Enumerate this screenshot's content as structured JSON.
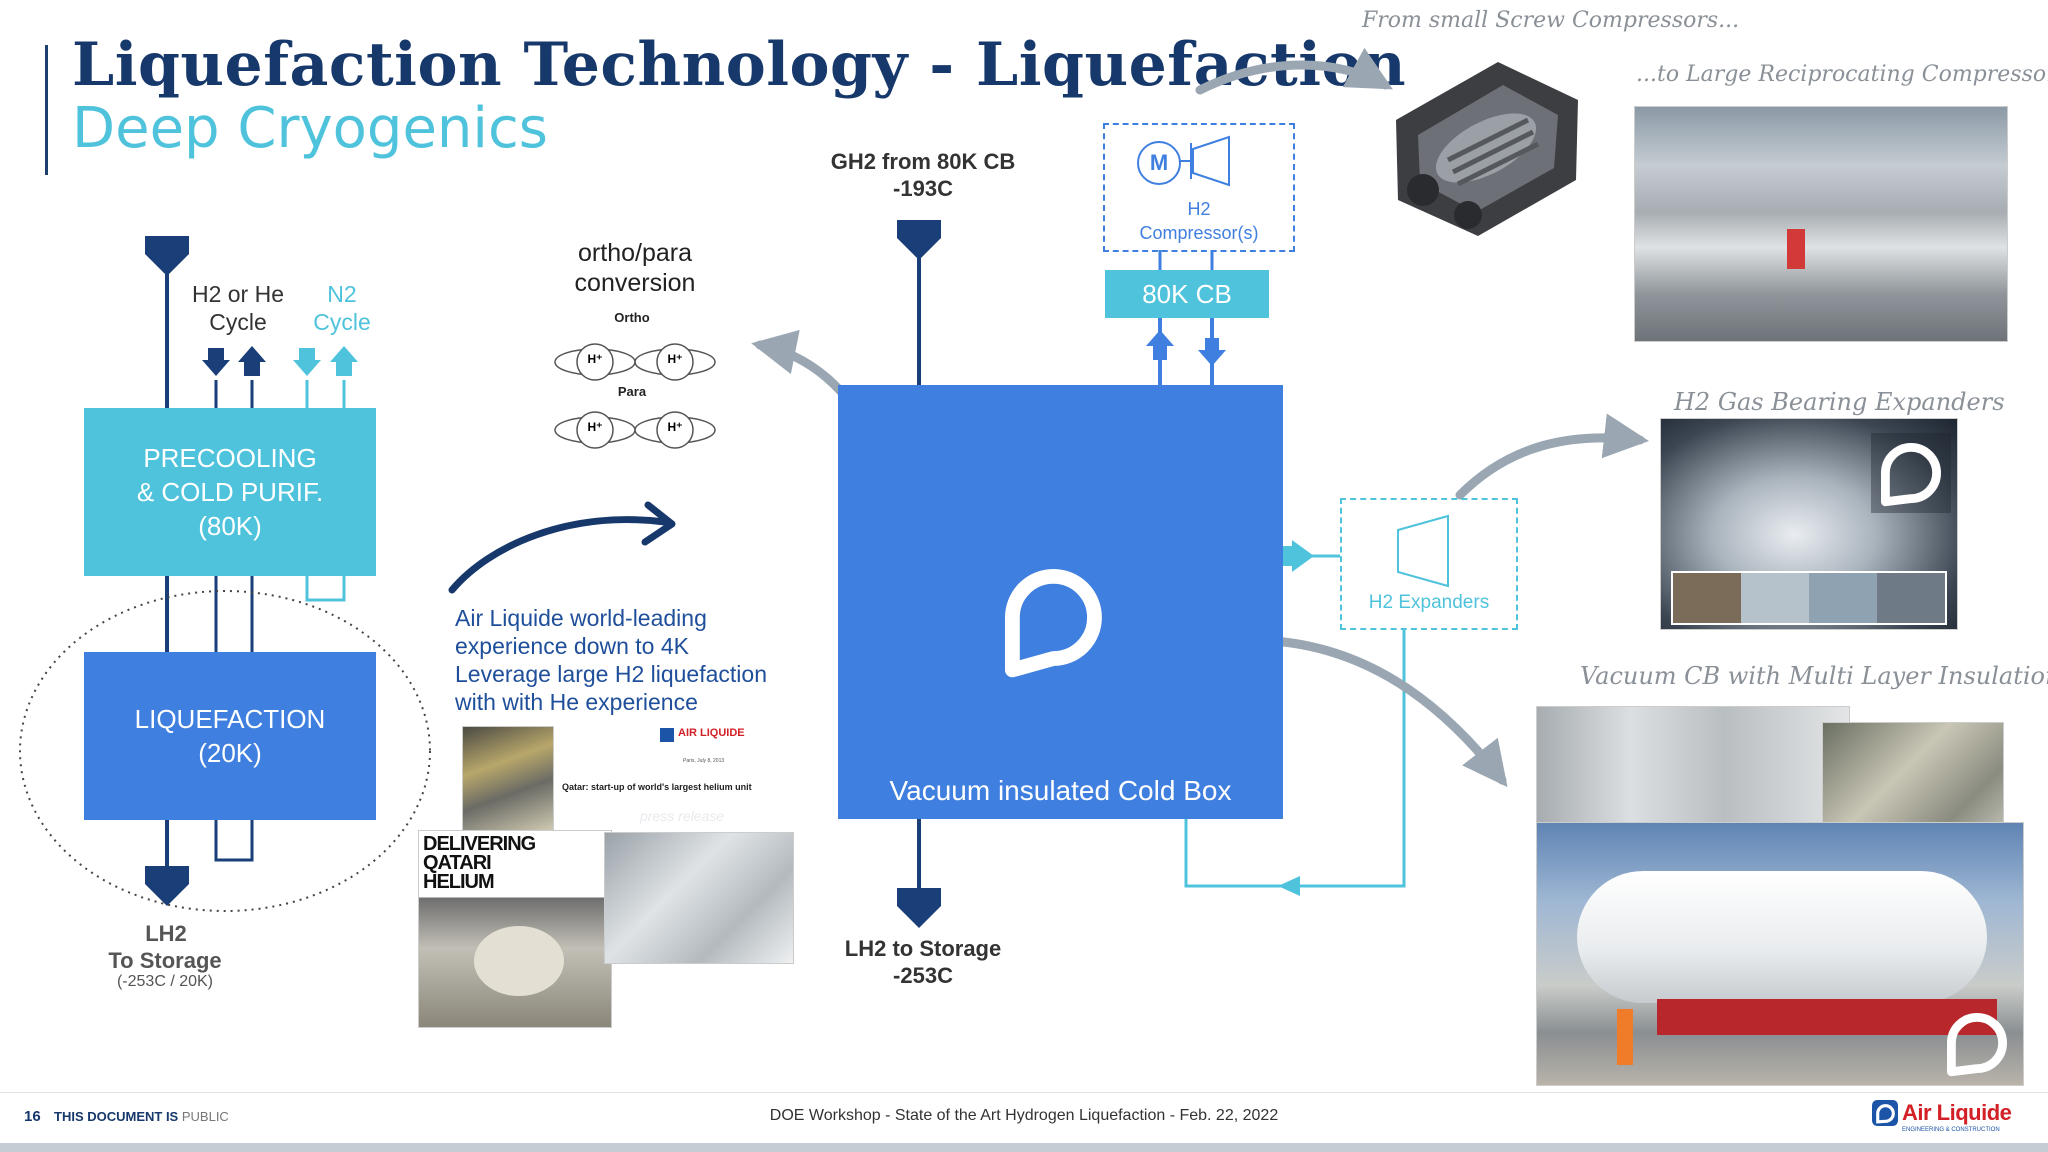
{
  "title": {
    "line1": "Liquefaction Technology - Liquefaction",
    "line2": "Deep Cryogenics"
  },
  "left_diagram": {
    "h2_he_cycle": "H2 or He\nCycle",
    "n2_cycle": "N2\nCycle",
    "precooling": "PRECOOLING\n& COLD PURIF.\n(80K)",
    "liquefaction": "LIQUEFACTION\n(20K)",
    "lh2_label": "LH2",
    "to_storage": "To Storage",
    "temp": "(-253C / 20K)"
  },
  "ortho_para": {
    "heading": "ortho/para\nconversion",
    "ortho": "Ortho",
    "para": "Para",
    "ion": "H⁺"
  },
  "air_liquide_text": "Air Liquide world-leading\nexperience down to 4K\nLeverage large H2 liquefaction\nwith with He experience",
  "press": {
    "logo": "AIR LIQUIDE",
    "date": "Paris, July 8, 2013",
    "headline": "Qatar: start-up of world's largest helium unit",
    "release": "press release",
    "magazine": "DELIVERING\nQATARI\nHELIUM"
  },
  "cold_box": {
    "gh2_in": "GH2 from 80K CB\n-193C",
    "compressor_m": "M",
    "compressor_label": "H2\nCompressor(s)",
    "cb80k": "80K CB",
    "main_label": "Vacuum insulated Cold Box",
    "expanders": "H2 Expanders",
    "lh2_out": "LH2 to Storage\n-253C"
  },
  "captions": {
    "screw": "From small Screw Compressors...",
    "recip": "...to Large Reciprocating Compressor",
    "bearing": "H2 Gas Bearing Expanders",
    "vacuum": "Vacuum CB with Multi Layer Insulation"
  },
  "footer": {
    "page": "16",
    "doc_label": "THIS DOCUMENT IS",
    "doc_status": "PUBLIC",
    "center": "DOE Workshop - State of the Art Hydrogen Liquefaction - Feb. 22, 2022",
    "brand": "Air Liquide",
    "brand_sub": "ENGINEERING & CONSTRUCTION"
  },
  "colors": {
    "navy": "#16386b",
    "cyan": "#4fc3dc",
    "blue": "#3f7fe0",
    "dark_blue_line": "#1a3f78",
    "grey_arrow": "#9aa7b2"
  }
}
